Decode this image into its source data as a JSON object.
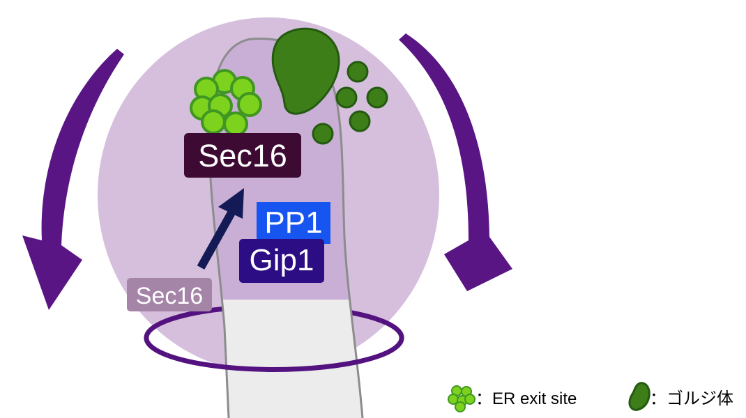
{
  "labels": {
    "sec16_er": "Sec16",
    "pp1": "PP1",
    "gip1": "Gip1",
    "sec16_cyto": "Sec16"
  },
  "legend": {
    "er_exit_site": "：ER exit site",
    "golgi": "：ゴルジ体"
  },
  "colors": {
    "halo": "#d5bfdd",
    "ring": "#53127f",
    "curved_arrow": "#5a1585",
    "hypha_fill_upper": "#c9aed5",
    "hypha_fill_lower": "#ececec",
    "hypha_outline": "#8c8c8c",
    "er_exit_site_fill": "#7cd21c",
    "er_exit_site_outline": "#409622",
    "golgi_fill": "#3e7e18",
    "golgi_outline": "#235a10",
    "sec16_er_box": "#3c0a33",
    "pp1_box": "#1755f0",
    "gip1_box": "#2c0d84",
    "sec16_cyto_box": "#a585a7",
    "straight_arrow": "#141a55"
  },
  "icons": [
    "er-exit-site-icon",
    "golgi-icon",
    "curved-arrow",
    "straight-arrow"
  ]
}
